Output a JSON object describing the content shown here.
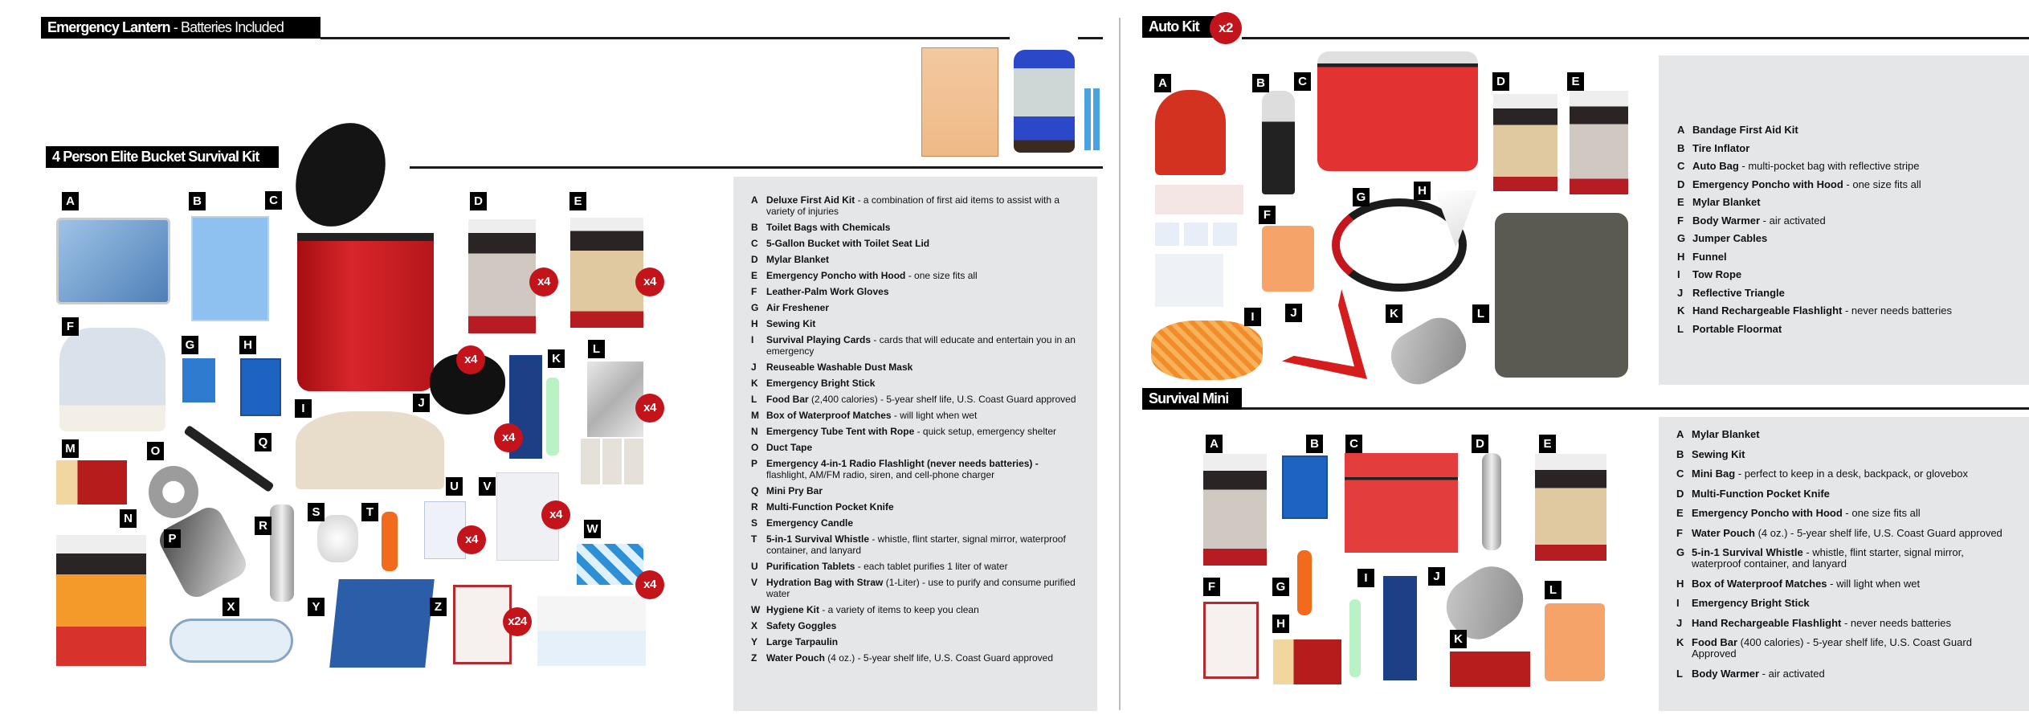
{
  "lantern_section": {
    "title_bold": "Emergency Lantern",
    "title_rest": " - Batteries Included"
  },
  "elite_kit": {
    "title": "4 Person Elite Bucket Survival Kit",
    "items": [
      {
        "letter": "A",
        "name": "Deluxe First Aid Kit",
        "detail": " - a combination of first aid items to assist with a variety of injuries"
      },
      {
        "letter": "B",
        "name": "Toilet Bags with Chemicals",
        "detail": ""
      },
      {
        "letter": "C",
        "name": "5-Gallon Bucket with Toilet Seat Lid",
        "detail": ""
      },
      {
        "letter": "D",
        "name": "Mylar Blanket",
        "detail": ""
      },
      {
        "letter": "E",
        "name": "Emergency Poncho with Hood",
        "detail": " - one size fits all"
      },
      {
        "letter": "F",
        "name": "Leather-Palm Work Gloves",
        "detail": ""
      },
      {
        "letter": "G",
        "name": "Air Freshener",
        "detail": ""
      },
      {
        "letter": "H",
        "name": "Sewing Kit",
        "detail": ""
      },
      {
        "letter": "I",
        "name": "Survival Playing Cards",
        "detail": " - cards that will educate and entertain you in an emergency"
      },
      {
        "letter": "J",
        "name": "Reuseable Washable Dust Mask",
        "detail": ""
      },
      {
        "letter": "K",
        "name": "Emergency Bright Stick",
        "detail": ""
      },
      {
        "letter": "L",
        "name": "Food Bar",
        "detail": " (2,400 calories) - 5-year shelf life, U.S. Coast Guard approved"
      },
      {
        "letter": "M",
        "name": "Box of Waterproof Matches",
        "detail": " - will light when wet"
      },
      {
        "letter": "N",
        "name": "Emergency Tube Tent with Rope",
        "detail": " - quick setup, emergency shelter"
      },
      {
        "letter": "O",
        "name": "Duct Tape",
        "detail": ""
      },
      {
        "letter": "P",
        "name": "Emergency 4-in-1 Radio Flashlight (never needs batteries) -",
        "detail": " flashlight, AM/FM radio, siren, and cell-phone charger"
      },
      {
        "letter": "Q",
        "name": "Mini Pry Bar",
        "detail": ""
      },
      {
        "letter": "R",
        "name": "Multi-Function Pocket Knife",
        "detail": ""
      },
      {
        "letter": "S",
        "name": "Emergency Candle",
        "detail": ""
      },
      {
        "letter": "T",
        "name": "5-in-1 Survival Whistle",
        "detail": " - whistle, flint starter, signal mirror, waterproof container, and lanyard"
      },
      {
        "letter": "U",
        "name": "Purification Tablets",
        "detail": " - each tablet purifies 1 liter of water"
      },
      {
        "letter": "V",
        "name": "Hydration Bag with Straw",
        "detail": " (1-Liter) - use to purify and consume purified water"
      },
      {
        "letter": "W",
        "name": "Hygiene Kit",
        "detail": " - a variety of items to keep you clean"
      },
      {
        "letter": "X",
        "name": "Safety Goggles",
        "detail": ""
      },
      {
        "letter": "Y",
        "name": "Large Tarpaulin",
        "detail": ""
      },
      {
        "letter": "Z",
        "name": "Water Pouch",
        "detail": " (4 oz.) - 5-year shelf life, U.S. Coast Guard approved"
      }
    ],
    "quantity_badges": [
      {
        "item": "D",
        "label": "x4"
      },
      {
        "item": "E",
        "label": "x4"
      },
      {
        "item": "J",
        "label": "x4"
      },
      {
        "item": "K",
        "label": "x4"
      },
      {
        "item": "L",
        "label": "x4"
      },
      {
        "item": "U",
        "label": "x4"
      },
      {
        "item": "V",
        "label": "x4"
      },
      {
        "item": "W",
        "label": "x4"
      },
      {
        "item": "Z",
        "label": "x24"
      }
    ]
  },
  "auto_kit": {
    "title": "Auto Kit",
    "multiplier": "x2",
    "items": [
      {
        "letter": "A",
        "name": "Bandage First Aid Kit",
        "detail": ""
      },
      {
        "letter": "B",
        "name": "Tire Inflator",
        "detail": ""
      },
      {
        "letter": "C",
        "name": "Auto Bag",
        "detail": " - multi-pocket bag with reflective stripe"
      },
      {
        "letter": "D",
        "name": "Emergency Poncho with Hood",
        "detail": " - one size fits all"
      },
      {
        "letter": "E",
        "name": "Mylar Blanket",
        "detail": ""
      },
      {
        "letter": "F",
        "name": "Body Warmer",
        "detail": " - air activated"
      },
      {
        "letter": "G",
        "name": "Jumper Cables",
        "detail": ""
      },
      {
        "letter": "H",
        "name": "Funnel",
        "detail": ""
      },
      {
        "letter": "I",
        "name": "Tow Rope",
        "detail": ""
      },
      {
        "letter": "J",
        "name": "Reflective Triangle",
        "detail": ""
      },
      {
        "letter": "K",
        "name": "Hand Rechargeable Flashlight",
        "detail": " - never needs batteries"
      },
      {
        "letter": "L",
        "name": "Portable Floormat",
        "detail": ""
      }
    ]
  },
  "survival_mini": {
    "title": "Survival Mini",
    "items": [
      {
        "letter": "A",
        "name": "Mylar Blanket",
        "detail": ""
      },
      {
        "letter": "B",
        "name": "Sewing Kit",
        "detail": ""
      },
      {
        "letter": "C",
        "name": "Mini Bag",
        "detail": " - perfect to keep in a desk, backpack, or glovebox"
      },
      {
        "letter": "D",
        "name": "Multi-Function Pocket Knife",
        "detail": ""
      },
      {
        "letter": "E",
        "name": "Emergency Poncho with Hood",
        "detail": " - one size fits all"
      },
      {
        "letter": "F",
        "name": "Water Pouch",
        "detail": " (4 oz.) - 5-year shelf life, U.S. Coast Guard approved"
      },
      {
        "letter": "G",
        "name": "5-in-1 Survival Whistle",
        "detail": " - whistle, flint starter, signal mirror, waterproof container, and lanyard"
      },
      {
        "letter": "H",
        "name": "Box of Waterproof Matches",
        "detail": " - will light when wet"
      },
      {
        "letter": "I",
        "name": "Emergency Bright Stick",
        "detail": ""
      },
      {
        "letter": "J",
        "name": "Hand Rechargeable Flashlight",
        "detail": " - never needs batteries"
      },
      {
        "letter": "K",
        "name": "Food Bar",
        "detail": " (400 calories) - 5-year shelf life, U.S. Coast Guard Approved"
      },
      {
        "letter": "L",
        "name": "Body Warmer",
        "detail": " - air activated"
      }
    ]
  },
  "colors": {
    "accent_red": "#c3131b",
    "panel_gray": "#e5e6e8",
    "header_black": "#000000"
  }
}
